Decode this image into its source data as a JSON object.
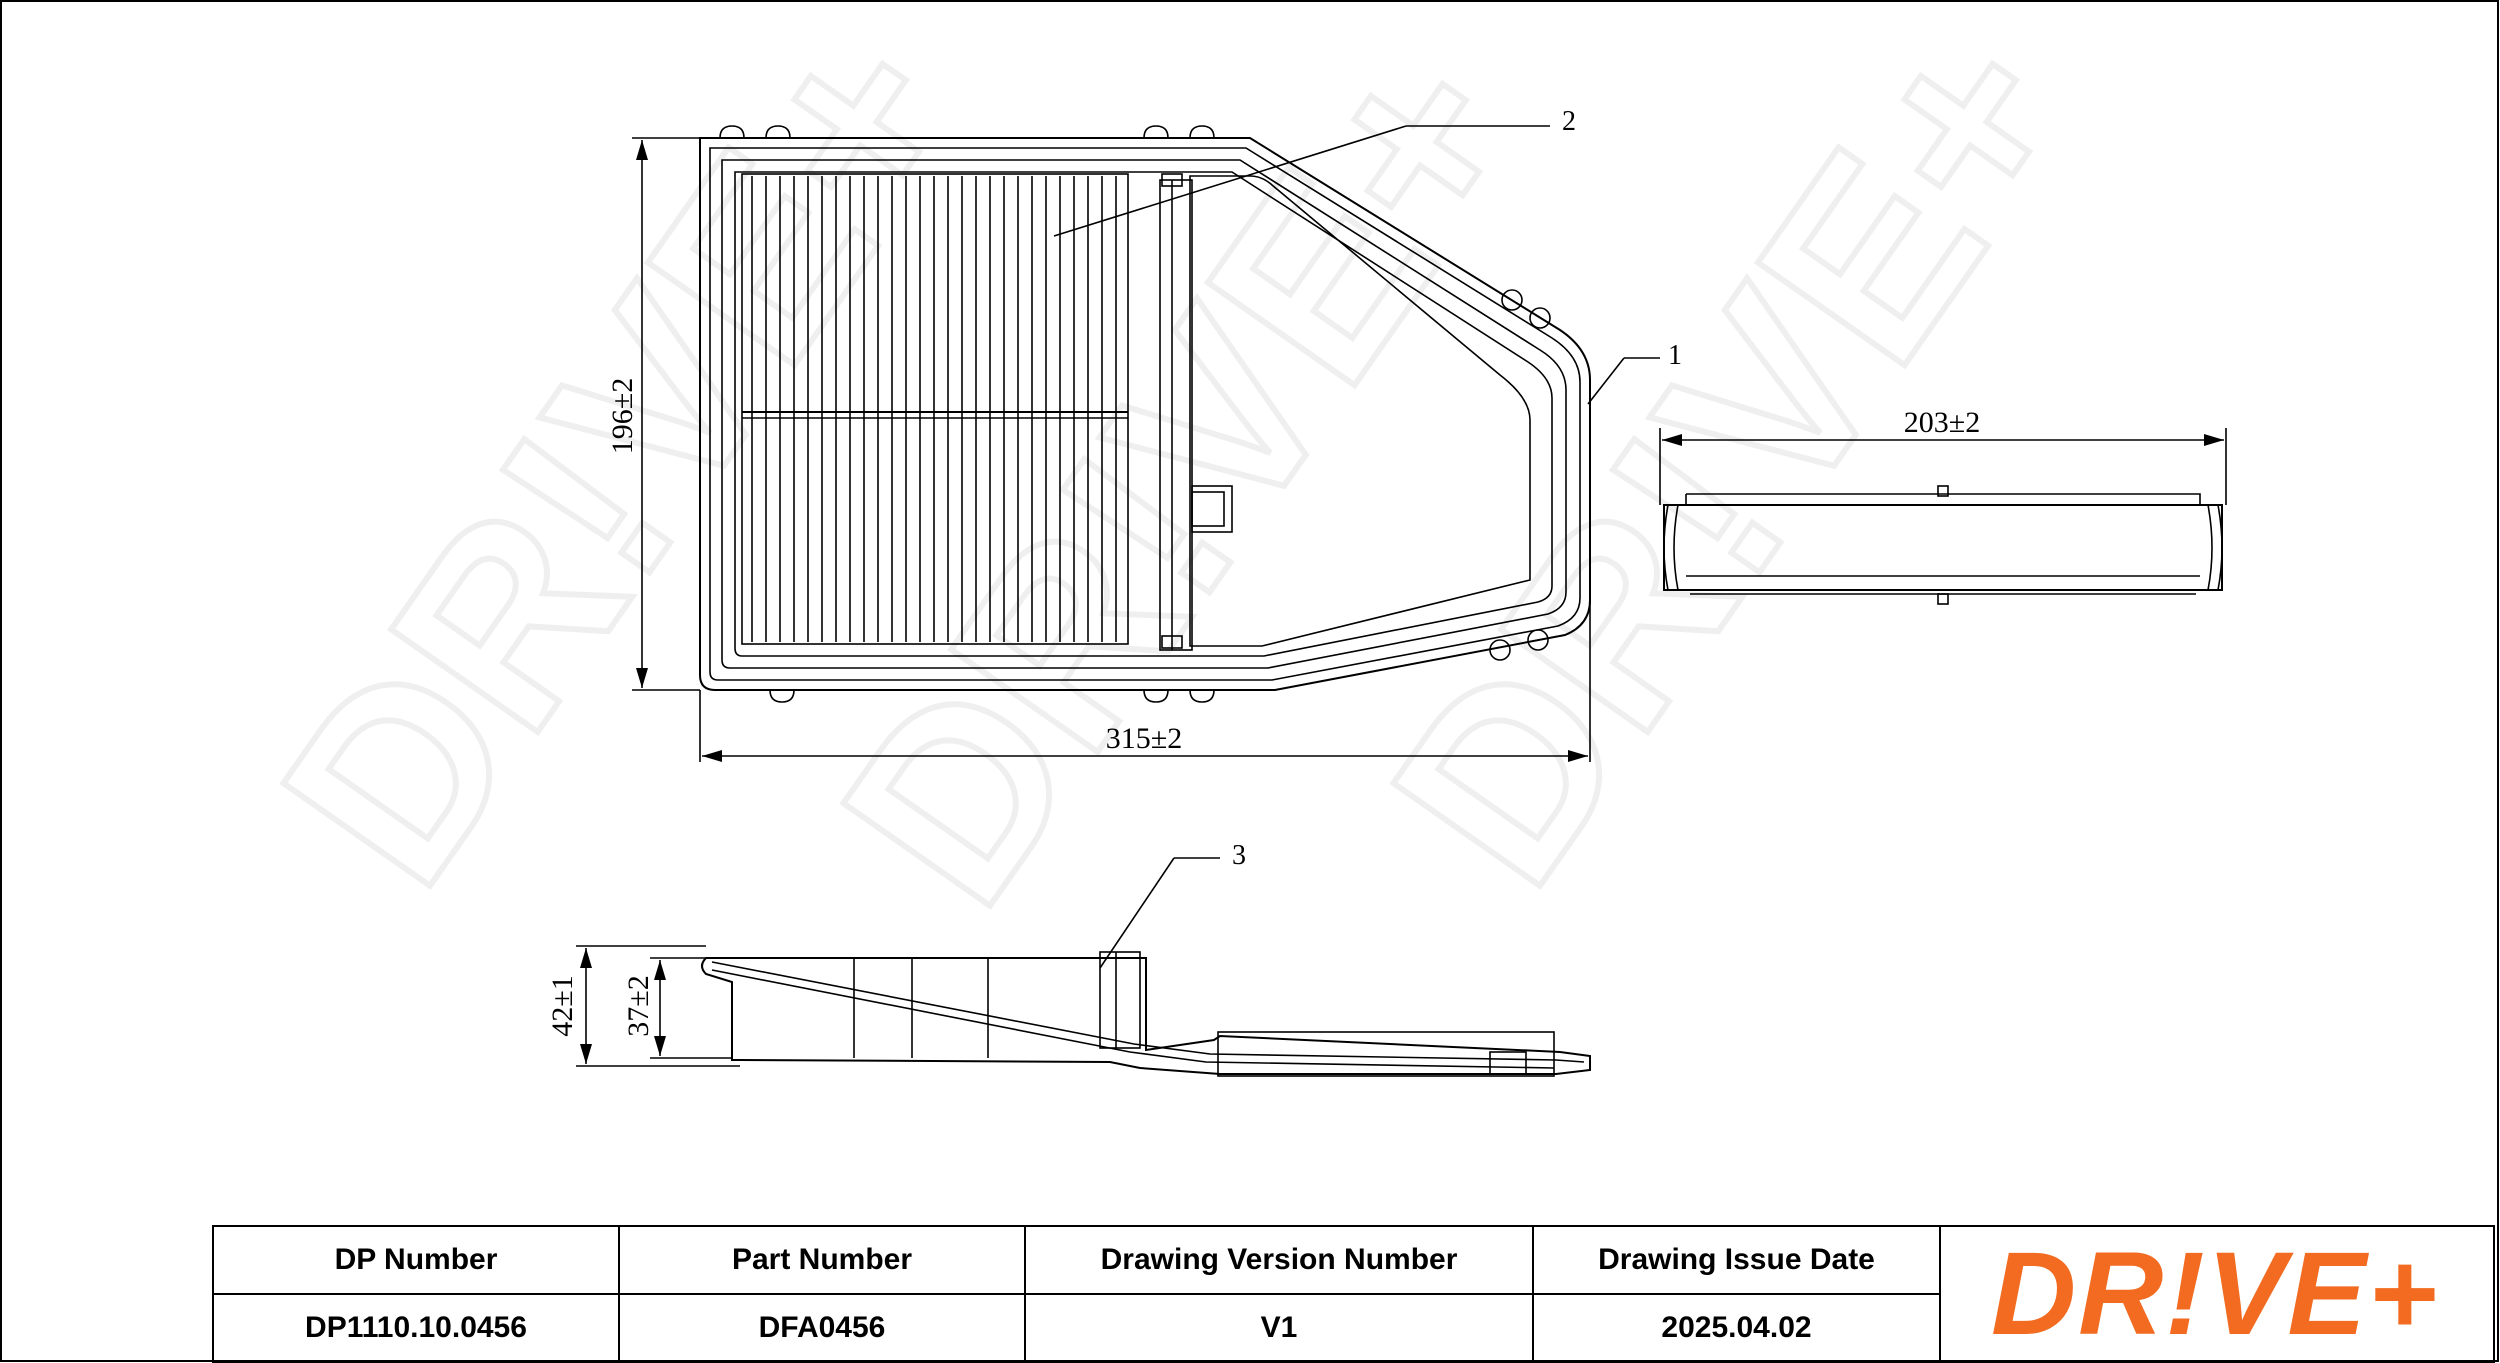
{
  "drawing": {
    "callouts": [
      "1",
      "2",
      "3"
    ],
    "dimensions": {
      "height": "196±2",
      "width": "315±2",
      "side_width": "203±2",
      "total_height": "42±1",
      "body_height": "37±2"
    },
    "watermark": "DR!VE+"
  },
  "title_block": {
    "headers": [
      "DP Number",
      "Part Number",
      "Drawing Version Number",
      "Drawing Issue Date"
    ],
    "values": [
      "DP1110.10.0456",
      "DFA0456",
      "V1",
      "2025.04.02"
    ],
    "logo": "DR!VE+",
    "logo_color": "#f26b21"
  }
}
